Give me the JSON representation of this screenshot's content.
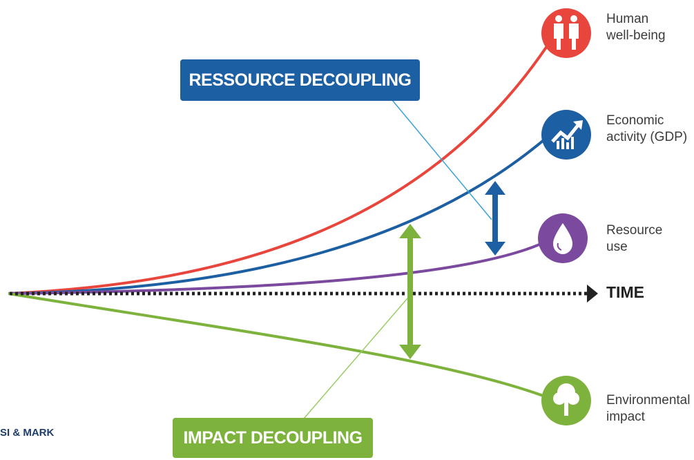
{
  "diagram": {
    "decoupling_labels": {
      "resource": "RESSOURCE DECOUPLING",
      "impact": "IMPACT DECOUPLING"
    },
    "axis_label": "TIME",
    "footer": "SI & MARK",
    "curves": [
      {
        "id": "wellbeing",
        "label": "Human\nwell-being",
        "color": "#e8463c",
        "icon": "people-icon"
      },
      {
        "id": "gdp",
        "label": "Economic\nactivity (GDP)",
        "color": "#1d5fa3",
        "icon": "growth-chart-icon"
      },
      {
        "id": "resource",
        "label": "Resource\nuse",
        "color": "#7b4a9e",
        "icon": "water-drop-icon"
      },
      {
        "id": "environment",
        "label": "Environmental\nimpact",
        "color": "#7db33c",
        "icon": "tree-icon"
      }
    ]
  }
}
